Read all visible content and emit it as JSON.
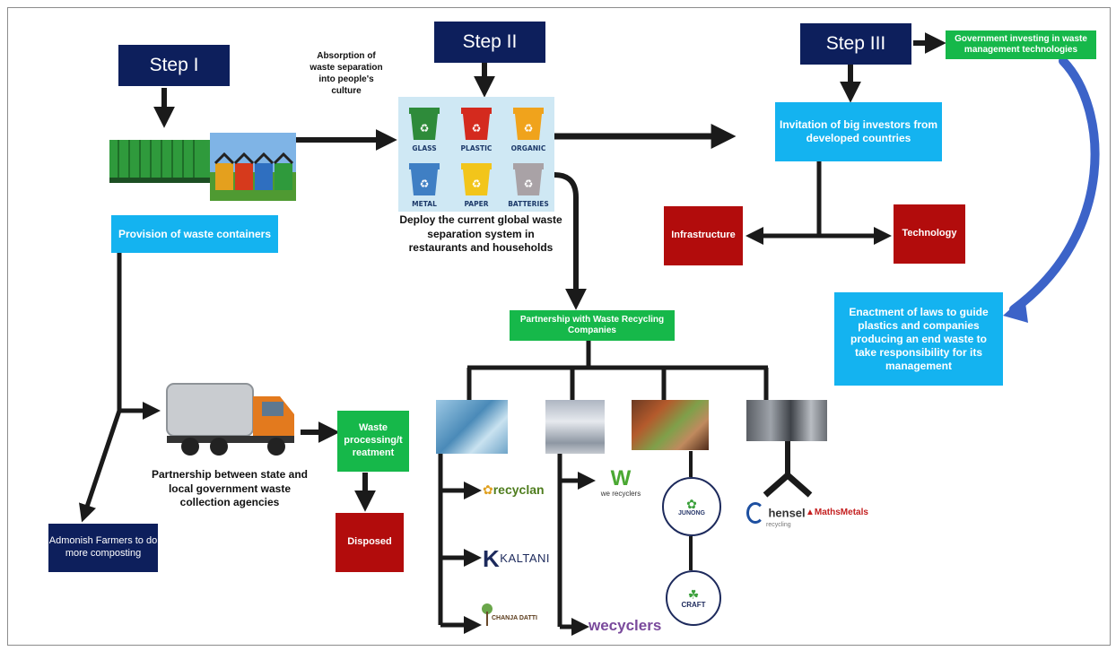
{
  "steps": {
    "step1": "Step I",
    "step2": "Step II",
    "step3": "Step III"
  },
  "labels": {
    "absorption": "Absorption of waste separation into people's culture",
    "provision": "Provision of waste containers",
    "deploy": "Deploy the current global waste separation system in restaurants and households",
    "invitation": "Invitation of big investors from developed countries",
    "gov_investing": "Government investing in waste management technologies",
    "infrastructure": "Infrastructure",
    "technology": "Technology",
    "enactment": "Enactment of laws to guide plastics and companies producing an end waste to take responsibility for its management",
    "partnership_recycling": "Partnership with Waste Recycling Companies",
    "partnership_state": "Partnership between state and local government waste collection agencies",
    "waste_processing": "Waste processing/t reatment",
    "disposed": "Disposed",
    "admonish": "Admonish Farmers to do more composting"
  },
  "bins": [
    {
      "name": "GLASS",
      "color": "#2e8b3a"
    },
    {
      "name": "PLASTIC",
      "color": "#d42a1e"
    },
    {
      "name": "ORGANIC",
      "color": "#f0a31c"
    },
    {
      "name": "METAL",
      "color": "#3f7fc4"
    },
    {
      "name": "PAPER",
      "color": "#f2c51a"
    },
    {
      "name": "BATTERIES",
      "color": "#a9a2a6"
    }
  ],
  "logos": {
    "recyclan": "recyclan",
    "kaltani": "KALTANI",
    "chanja": "CHANJA DATTI",
    "we_recyclers_1": "we recyclers",
    "wecyclers": "wecyclers",
    "junong": "JUNONG",
    "craft": "CRAFT",
    "hensel": "hensel",
    "hensel_sub": "recycling",
    "mathsmetals": "MathsMetals"
  },
  "colors": {
    "navy": "#0d1f5c",
    "blue": "#14b3f0",
    "green": "#16b84a",
    "red": "#b20c0c",
    "arrow_blue": "#3c63c8"
  }
}
